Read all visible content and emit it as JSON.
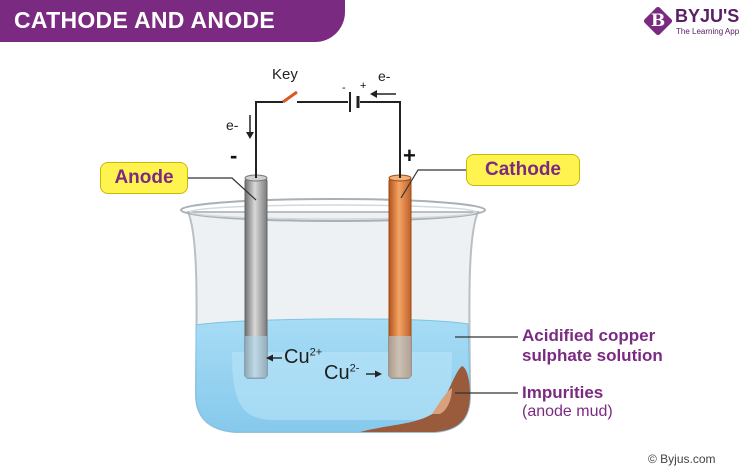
{
  "header": {
    "title": "CATHODE AND ANODE"
  },
  "brand": {
    "logo_letter": "B",
    "name": "BYJU'S",
    "tagline": "The Learning App"
  },
  "circuit": {
    "key_label": "Key",
    "battery_minus": "-",
    "battery_plus": "+",
    "electron_left": "e-",
    "electron_right": "e-",
    "anode_terminal_sign": "-",
    "cathode_terminal_sign": "+"
  },
  "electrodes": {
    "anode_label": "Anode",
    "cathode_label": "Cathode",
    "anode_color": "#9a9a9a",
    "cathode_color": "#e07a2e"
  },
  "ions": {
    "left_base": "Cu",
    "left_charge": "2+",
    "right_base": "Cu",
    "right_charge": "2-"
  },
  "annotations": {
    "solution_line1": "Acidified copper",
    "solution_line2": "sulphate solution",
    "impurities_line1": "Impurities",
    "impurities_line2": "(anode mud)"
  },
  "footer": {
    "copyright": "© Byjus.com"
  },
  "colors": {
    "accent": "#7b2a82",
    "label_bg": "#fff44f",
    "solution": "#9fd6f2",
    "mud": "#9a5a3c"
  }
}
